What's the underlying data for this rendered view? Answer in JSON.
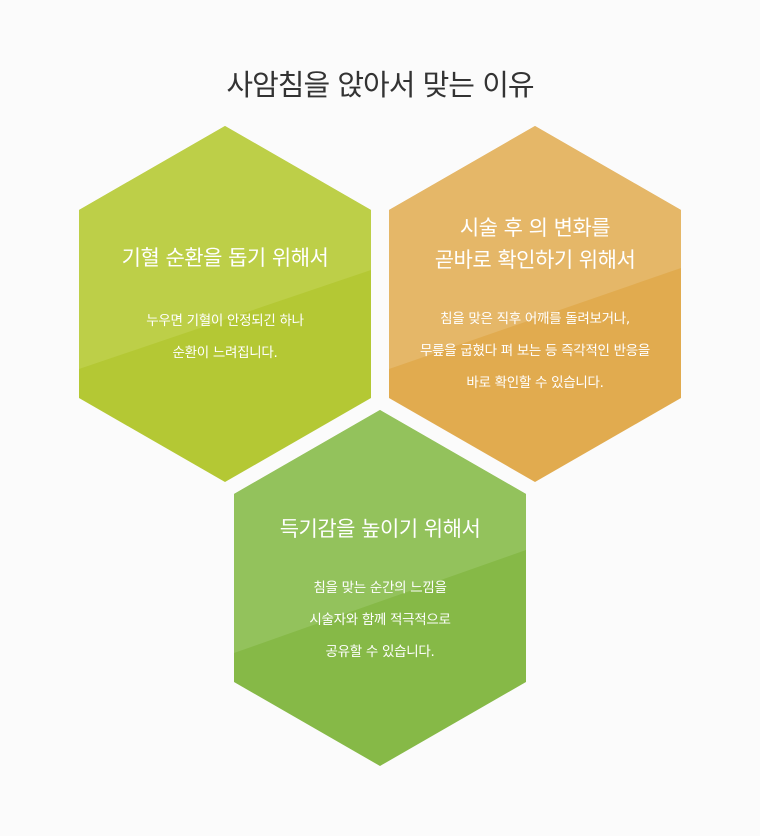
{
  "page_title": "사암침을 앉아서 맞는 이유",
  "reasons": [
    {
      "title_lines": [
        "기혈 순환을 돕기 위해서"
      ],
      "desc_lines": [
        "누우면 기혈이 안정되긴 하나",
        "순환이 느려집니다."
      ],
      "color_light": "#bdcf48",
      "color_dark": "#b4c834"
    },
    {
      "title_lines": [
        "시술 후 의 변화를",
        "곧바로 확인하기 위해서"
      ],
      "desc_lines": [
        "침을 맞은 직후 어깨를 돌려보거나,",
        "무릎을 굽혔다 펴 보는 등 즉각적인 반응을",
        "바로 확인할 수 있습니다."
      ],
      "color_light": "#e5b768",
      "color_dark": "#e1ab4f"
    },
    {
      "title_lines": [
        "득기감을 높이기 위해서"
      ],
      "desc_lines": [
        "침을 맞는 순간의 느낌을",
        "시술자와 함께 적극적으로",
        "공유할 수 있습니다."
      ],
      "color_light": "#93c25c",
      "color_dark": "#86b947"
    }
  ]
}
